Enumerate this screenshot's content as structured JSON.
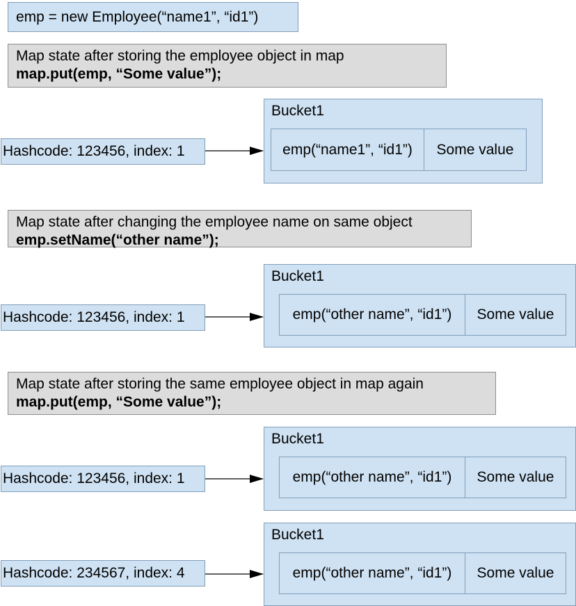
{
  "header": {
    "code": "emp = new Employee(“name1”, “id1”)"
  },
  "sections": [
    {
      "note_text": "Map state after storing the  employee object in map",
      "note_code": "map.put(emp, “Some value”);",
      "rows": [
        {
          "hashcode": "Hashcode: 123456, index: 1",
          "bucket": "Bucket1",
          "key": "emp(“name1”, “id1”)",
          "value": "Some value"
        }
      ]
    },
    {
      "note_text": "Map state after changing the employee name on same object",
      "note_code": "emp.setName(“other name”);",
      "rows": [
        {
          "hashcode": "Hashcode: 123456, index: 1",
          "bucket": "Bucket1",
          "key": "emp(“other name”, “id1”)",
          "value": "Some value"
        }
      ]
    },
    {
      "note_text": "Map state after storing the same employee object in map again",
      "note_code": "map.put(emp, “Some value”);",
      "rows": [
        {
          "hashcode": "Hashcode: 123456, index: 1",
          "bucket": "Bucket1",
          "key": "emp(“other name”, “id1”)",
          "value": "Some value"
        },
        {
          "hashcode": "Hashcode: 234567, index: 4",
          "bucket": "Bucket1",
          "key": "emp(“other name”, “id1”)",
          "value": "Some value"
        }
      ]
    }
  ],
  "colors": {
    "blue_fill": "#cfe2f3",
    "grey_fill": "#dcdcdc",
    "arrow": "#000000"
  }
}
